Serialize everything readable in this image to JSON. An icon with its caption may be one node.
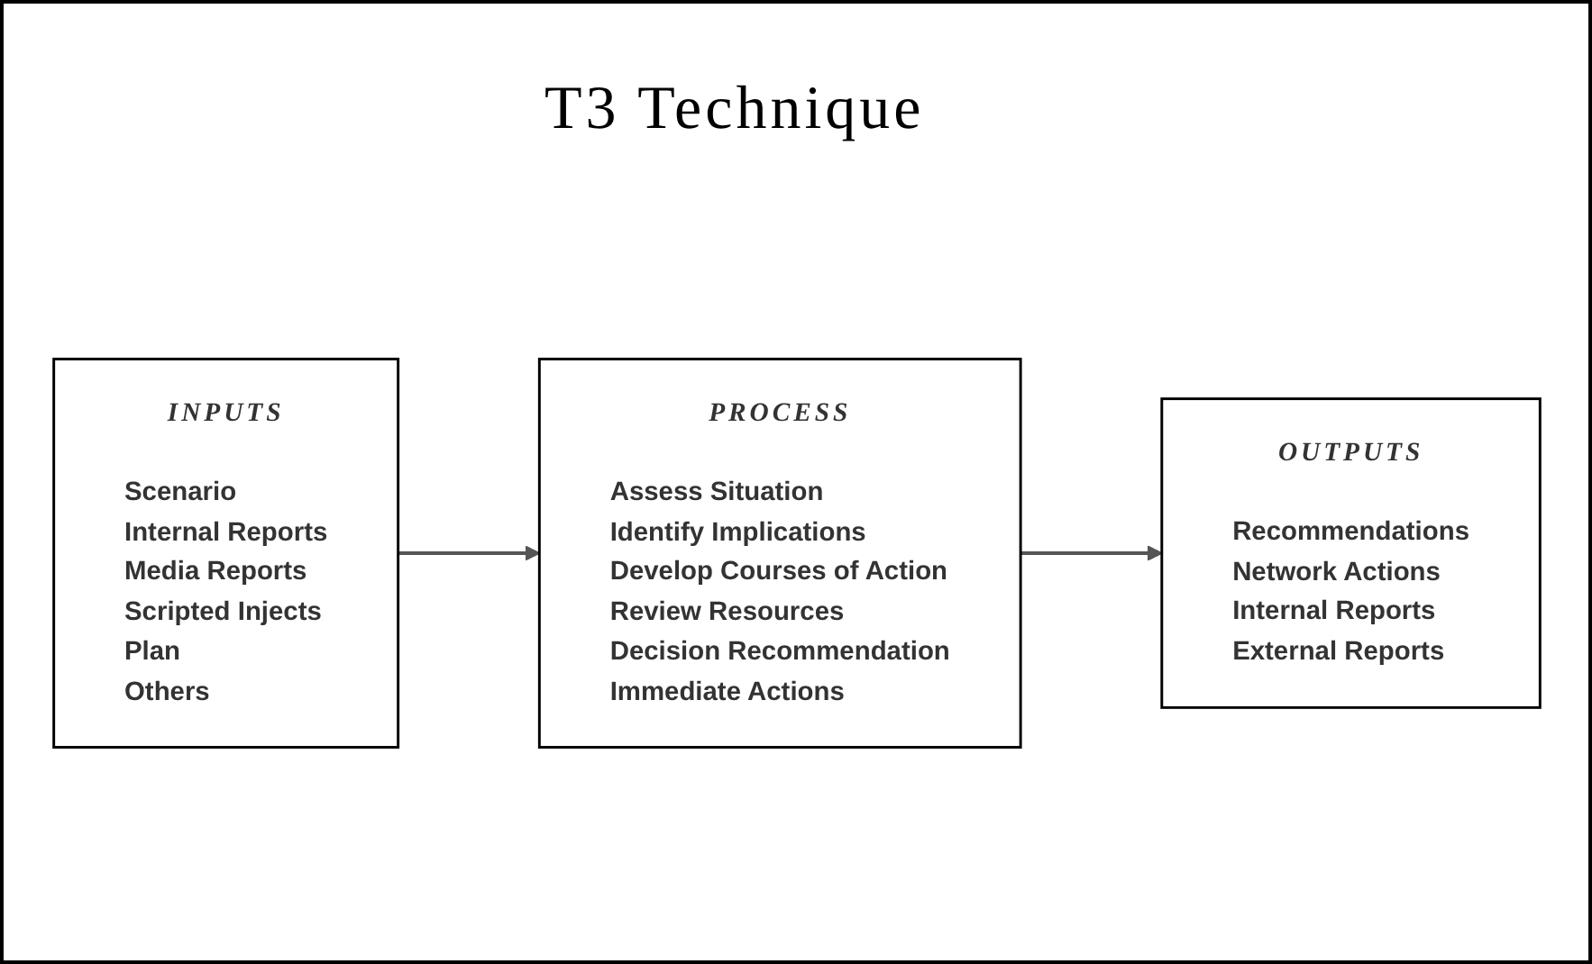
{
  "diagram": {
    "title": "T3 Technique",
    "nodes": [
      {
        "text": [
          "INPUTS",
          "Scenario",
          "Internal Reports",
          "Media Reports",
          "Scripted Injects",
          "Plan",
          "Others"
        ]
      },
      {
        "text": [
          "PROCESS",
          "Assess Situation",
          "Identify Implications",
          "Develop Courses of Action",
          "Review Resources",
          "Decision Recommendation",
          "Immediate Actions"
        ]
      },
      {
        "text": [
          "OUTPUTS",
          "Recommendations",
          "Network Actions",
          "Internal Reports",
          "External Reports"
        ]
      }
    ],
    "edges": [
      {
        "from": 0,
        "to": 1,
        "arrow": "to"
      },
      {
        "from": 1,
        "to": 2,
        "arrow": "to"
      }
    ]
  }
}
